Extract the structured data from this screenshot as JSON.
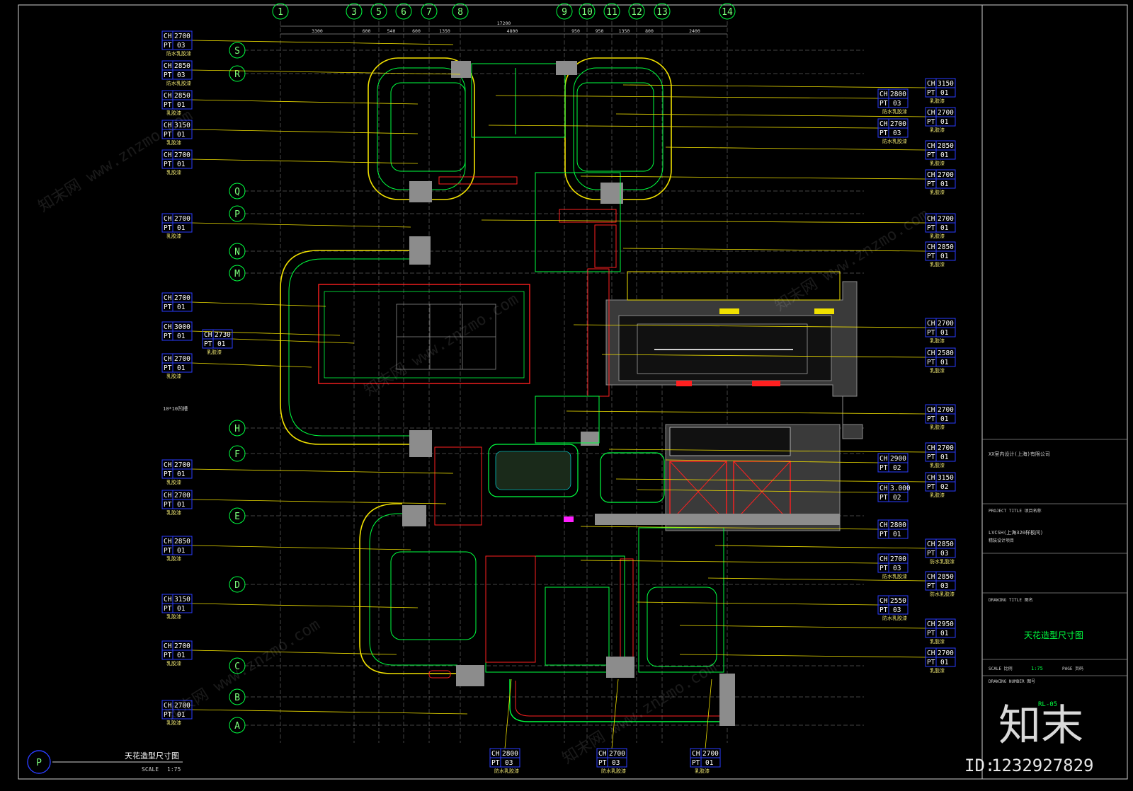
{
  "grid": {
    "columns": [
      "1",
      "3",
      "5",
      "6",
      "7",
      "8",
      "9",
      "10",
      "11",
      "12",
      "13",
      "14"
    ],
    "rows": [
      "S",
      "R",
      "Q",
      "P",
      "N",
      "M",
      "H",
      "F",
      "E",
      "D",
      "C",
      "B",
      "A"
    ]
  },
  "dimensions": {
    "overall": "17200",
    "segments": [
      "3300",
      "600",
      "540",
      "600",
      "1350",
      "4800",
      "950",
      "950",
      "1350",
      "800",
      "2400"
    ]
  },
  "tags_left": [
    {
      "ch": "CH",
      "ch_val": "2700",
      "pt": "PT",
      "pt_val": "03",
      "note": "防水乳胶漆"
    },
    {
      "ch": "CH",
      "ch_val": "2850",
      "pt": "PT",
      "pt_val": "03",
      "note": "防水乳胶漆"
    },
    {
      "ch": "CH",
      "ch_val": "2850",
      "pt": "PT",
      "pt_val": "01",
      "note": "乳胶漆"
    },
    {
      "ch": "CH",
      "ch_val": "3150",
      "pt": "PT",
      "pt_val": "01",
      "note": "乳胶漆"
    },
    {
      "ch": "CH",
      "ch_val": "2700",
      "pt": "PT",
      "pt_val": "01",
      "note": "乳胶漆"
    },
    {
      "ch": "CH",
      "ch_val": "2700",
      "pt": "PT",
      "pt_val": "01",
      "note": "乳胶漆"
    },
    {
      "ch": "CH",
      "ch_val": "2700",
      "pt": "PT",
      "pt_val": "01",
      "note": ""
    },
    {
      "ch": "CH",
      "ch_val": "3000",
      "pt": "PT",
      "pt_val": "01",
      "note": ""
    },
    {
      "ch": "CH",
      "ch_val": "2700",
      "pt": "PT",
      "pt_val": "01",
      "note": "乳胶漆"
    },
    {
      "ch": "CH",
      "ch_val": "2700",
      "pt": "PT",
      "pt_val": "01",
      "note": "乳胶漆"
    },
    {
      "ch": "CH",
      "ch_val": "2700",
      "pt": "PT",
      "pt_val": "01",
      "note": "乳胶漆"
    },
    {
      "ch": "CH",
      "ch_val": "2850",
      "pt": "PT",
      "pt_val": "01",
      "note": "乳胶漆"
    },
    {
      "ch": "CH",
      "ch_val": "3150",
      "pt": "PT",
      "pt_val": "01",
      "note": "乳胶漆"
    },
    {
      "ch": "CH",
      "ch_val": "2700",
      "pt": "PT",
      "pt_val": "01",
      "note": "乳胶漆"
    },
    {
      "ch": "CH",
      "ch_val": "2700",
      "pt": "PT",
      "pt_val": "01",
      "note": "乳胶漆"
    }
  ],
  "tag_center": {
    "ch": "CH",
    "ch_val": "2730",
    "pt": "PT",
    "pt_val": "01",
    "note": "乳胶漆"
  },
  "tags_right_outer": [
    {
      "ch": "CH",
      "ch_val": "3150",
      "pt": "PT",
      "pt_val": "01",
      "note": "乳胶漆"
    },
    {
      "ch": "CH",
      "ch_val": "2700",
      "pt": "PT",
      "pt_val": "01",
      "note": "乳胶漆"
    },
    {
      "ch": "CH",
      "ch_val": "2850",
      "pt": "PT",
      "pt_val": "01",
      "note": "乳胶漆"
    },
    {
      "ch": "CH",
      "ch_val": "2700",
      "pt": "PT",
      "pt_val": "01",
      "note": "乳胶漆"
    },
    {
      "ch": "CH",
      "ch_val": "2700",
      "pt": "PT",
      "pt_val": "01",
      "note": "乳胶漆"
    },
    {
      "ch": "CH",
      "ch_val": "2850",
      "pt": "PT",
      "pt_val": "01",
      "note": "乳胶漆"
    },
    {
      "ch": "CH",
      "ch_val": "2700",
      "pt": "PT",
      "pt_val": "01",
      "note": "乳胶漆"
    },
    {
      "ch": "CH",
      "ch_val": "2580",
      "pt": "PT",
      "pt_val": "01",
      "note": "乳胶漆"
    },
    {
      "ch": "CH",
      "ch_val": "2700",
      "pt": "PT",
      "pt_val": "01",
      "note": "乳胶漆"
    },
    {
      "ch": "CH",
      "ch_val": "2700",
      "pt": "PT",
      "pt_val": "01",
      "note": "乳胶漆"
    },
    {
      "ch": "CH",
      "ch_val": "3150",
      "pt": "PT",
      "pt_val": "02",
      "note": "乳胶漆"
    },
    {
      "ch": "CH",
      "ch_val": "2850",
      "pt": "PT",
      "pt_val": "03",
      "note": "防水乳胶漆"
    },
    {
      "ch": "CH",
      "ch_val": "2850",
      "pt": "PT",
      "pt_val": "03",
      "note": "防水乳胶漆"
    },
    {
      "ch": "CH",
      "ch_val": "2950",
      "pt": "PT",
      "pt_val": "01",
      "note": "乳胶漆"
    },
    {
      "ch": "CH",
      "ch_val": "2700",
      "pt": "PT",
      "pt_val": "01",
      "note": "乳胶漆"
    }
  ],
  "tags_right_inner": [
    {
      "ch": "CH",
      "ch_val": "2800",
      "pt": "PT",
      "pt_val": "03",
      "note": "防水乳胶漆"
    },
    {
      "ch": "CH",
      "ch_val": "2700",
      "pt": "PT",
      "pt_val": "03",
      "note": "防水乳胶漆"
    },
    {
      "ch": "CH",
      "ch_val": "2900",
      "pt": "PT",
      "pt_val": "02",
      "note": ""
    },
    {
      "ch": "CH",
      "ch_val": "3.000",
      "pt": "PT",
      "pt_val": "02",
      "note": ""
    },
    {
      "ch": "CH",
      "ch_val": "2800",
      "pt": "PT",
      "pt_val": "01",
      "note": ""
    },
    {
      "ch": "CH",
      "ch_val": "2700",
      "pt": "PT",
      "pt_val": "03",
      "note": "防水乳胶漆"
    },
    {
      "ch": "CH",
      "ch_val": "2550",
      "pt": "PT",
      "pt_val": "03",
      "note": "防水乳胶漆"
    }
  ],
  "tags_bottom": [
    {
      "ch": "CH",
      "ch_val": "2800",
      "pt": "PT",
      "pt_val": "03",
      "note": "防水乳胶漆"
    },
    {
      "ch": "CH",
      "ch_val": "2700",
      "pt": "PT",
      "pt_val": "03",
      "note": "防水乳胶漆"
    },
    {
      "ch": "CH",
      "ch_val": "2700",
      "pt": "PT",
      "pt_val": "01",
      "note": "乳胶漆"
    }
  ],
  "drawing_label": {
    "symbol": "P",
    "title": "天花造型尺寸图",
    "scale_label": "SCALE",
    "scale_value": "1:75"
  },
  "beam_note": "10*10凹槽",
  "title_block": {
    "company": "XX室内设计(上海)有限公司",
    "project_title_label": "PROJECT TITLE 项目名称",
    "project_name": "LVCSH(上海320样板间)",
    "project_sub": "精装设计项目",
    "drawing_title_label": "DRAWING TITLE 图名",
    "drawing_title": "天花造型尺寸图",
    "scale_label": "SCALE 比例",
    "scale_value": "1:75",
    "page_label": "PAGE 页码",
    "drawing_number_label": "DRAWING NUMBER 图号",
    "drawing_number": "RL-05"
  },
  "watermark": {
    "logo_text": "知末",
    "id_label": "ID:",
    "id_value": "1232927829",
    "site_text": "知末网 www.znzmo.com"
  },
  "colors": {
    "background": "#000000",
    "grid_line": "#8a8a8a",
    "wall_yellow": "#f0e000",
    "wall_green": "#00ff40",
    "red": "#ff2020",
    "cyan": "#00ffff",
    "blue": "#2a3cff",
    "gray_fill": "#8c8c8c",
    "white": "#ffffff",
    "magenta": "#ff20ff"
  }
}
